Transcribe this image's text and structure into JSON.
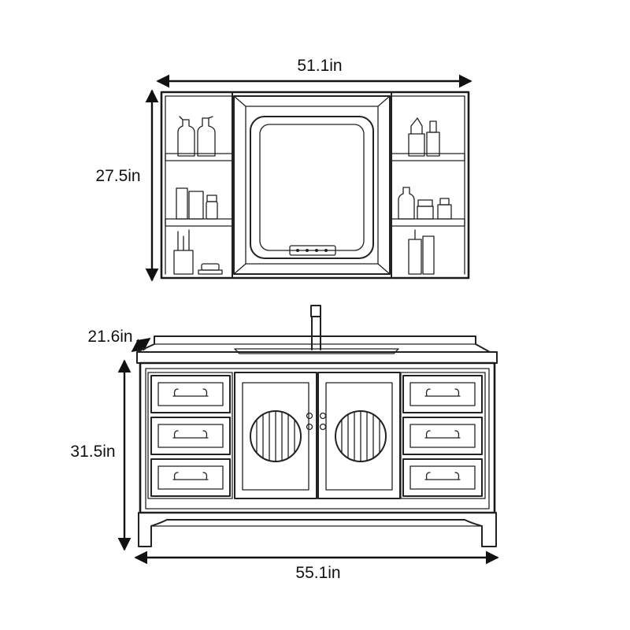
{
  "dimensions": {
    "cabinet_width": "51.1in",
    "cabinet_height": "27.5in",
    "vanity_depth": "21.6in",
    "vanity_height": "31.5in",
    "vanity_width": "55.1in"
  },
  "colors": {
    "line": "#222222",
    "background": "#ffffff"
  },
  "icons": {
    "control_panel": "touch-control-panel-icon"
  }
}
